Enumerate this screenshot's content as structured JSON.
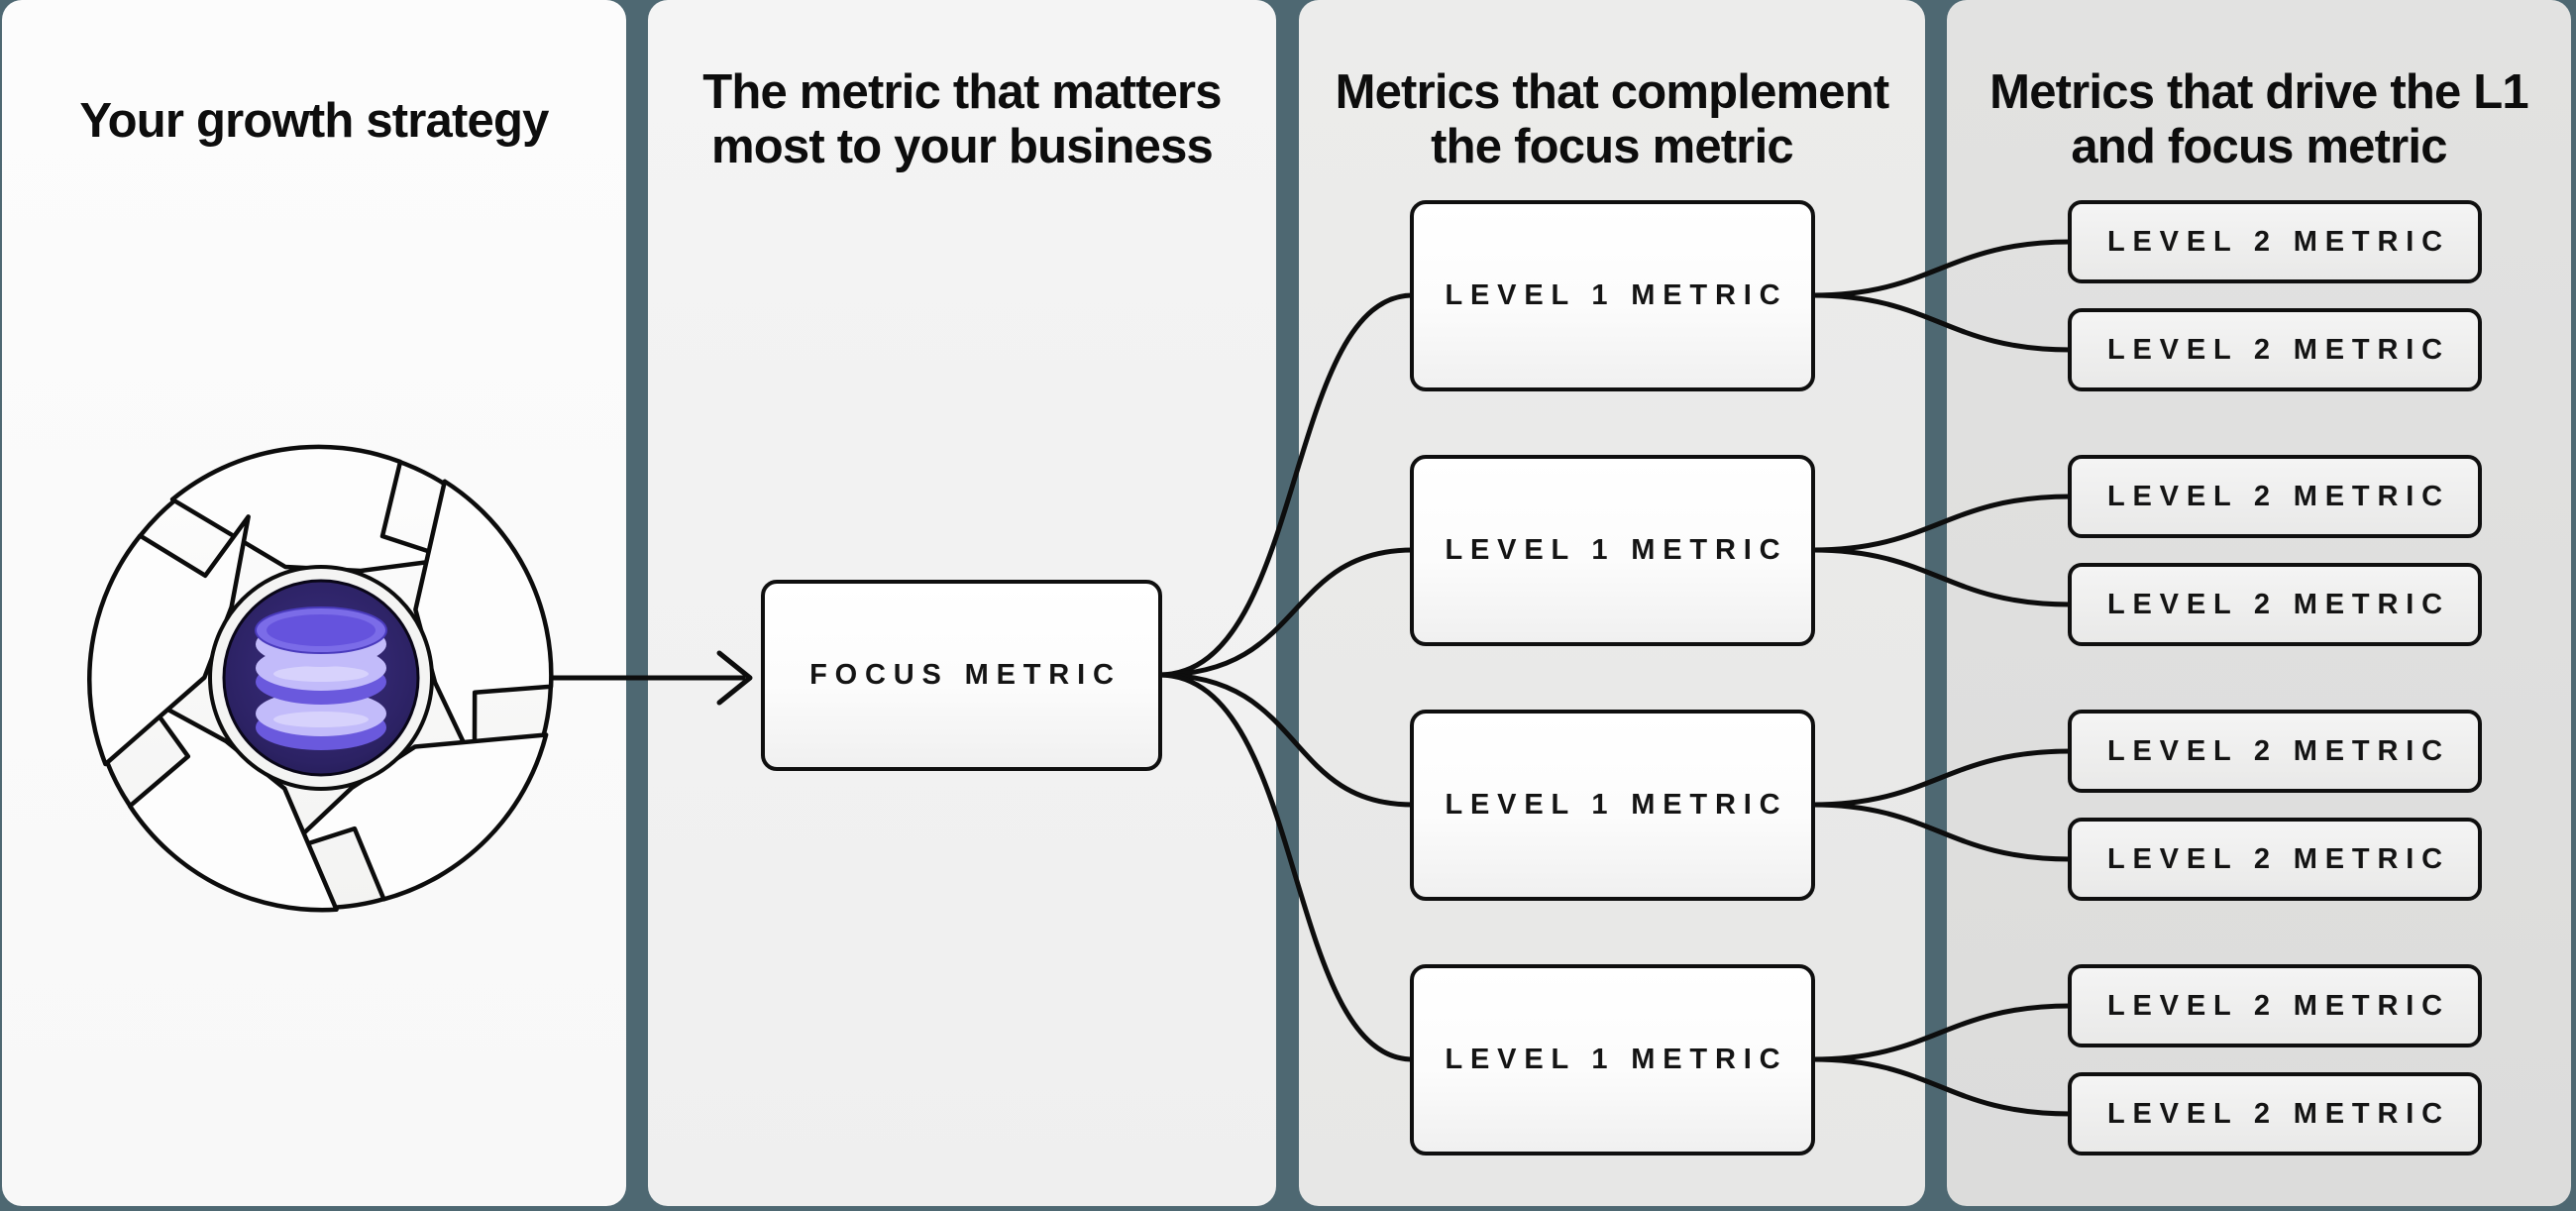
{
  "panels": [
    {
      "name": "growth-strategy",
      "lines": [
        "Your growth strategy"
      ]
    },
    {
      "name": "focus-metric",
      "lines": [
        "The metric that matters",
        "most to your business"
      ]
    },
    {
      "name": "level1-metrics",
      "lines": [
        "Metrics that complement",
        "the focus metric"
      ]
    },
    {
      "name": "level2-metrics",
      "lines": [
        "Metrics that drive the L1",
        "and focus metric"
      ]
    }
  ],
  "tree": {
    "focus_label": "FOCUS METRIC",
    "l1": [
      {
        "label": "LEVEL 1 METRIC",
        "children": [
          {
            "label": "LEVEL 2 METRIC"
          },
          {
            "label": "LEVEL 2 METRIC"
          }
        ]
      },
      {
        "label": "LEVEL 1 METRIC",
        "children": [
          {
            "label": "LEVEL 2 METRIC"
          },
          {
            "label": "LEVEL 2 METRIC"
          }
        ]
      },
      {
        "label": "LEVEL 1 METRIC",
        "children": [
          {
            "label": "LEVEL 2 METRIC"
          },
          {
            "label": "LEVEL 2 METRIC"
          }
        ]
      },
      {
        "label": "LEVEL 1 METRIC",
        "children": [
          {
            "label": "LEVEL 2 METRIC"
          },
          {
            "label": "LEVEL 2 METRIC"
          }
        ]
      }
    ]
  },
  "icons": {
    "flywheel": "flywheel-icon",
    "database": "database-icon",
    "arrow": "arrow-right-icon"
  },
  "colors": {
    "background_teal": "#4e6872",
    "ink": "#0d0d0d",
    "panel_1": "#fbfbfb",
    "panel_2": "#f2f2f2",
    "panel_3": "#eaeaea",
    "panel_4": "#dedede",
    "flywheel_center_indigo": "#342a74",
    "database_purple_light": "#c2bbfa",
    "database_purple_mid": "#7b6ce8"
  }
}
